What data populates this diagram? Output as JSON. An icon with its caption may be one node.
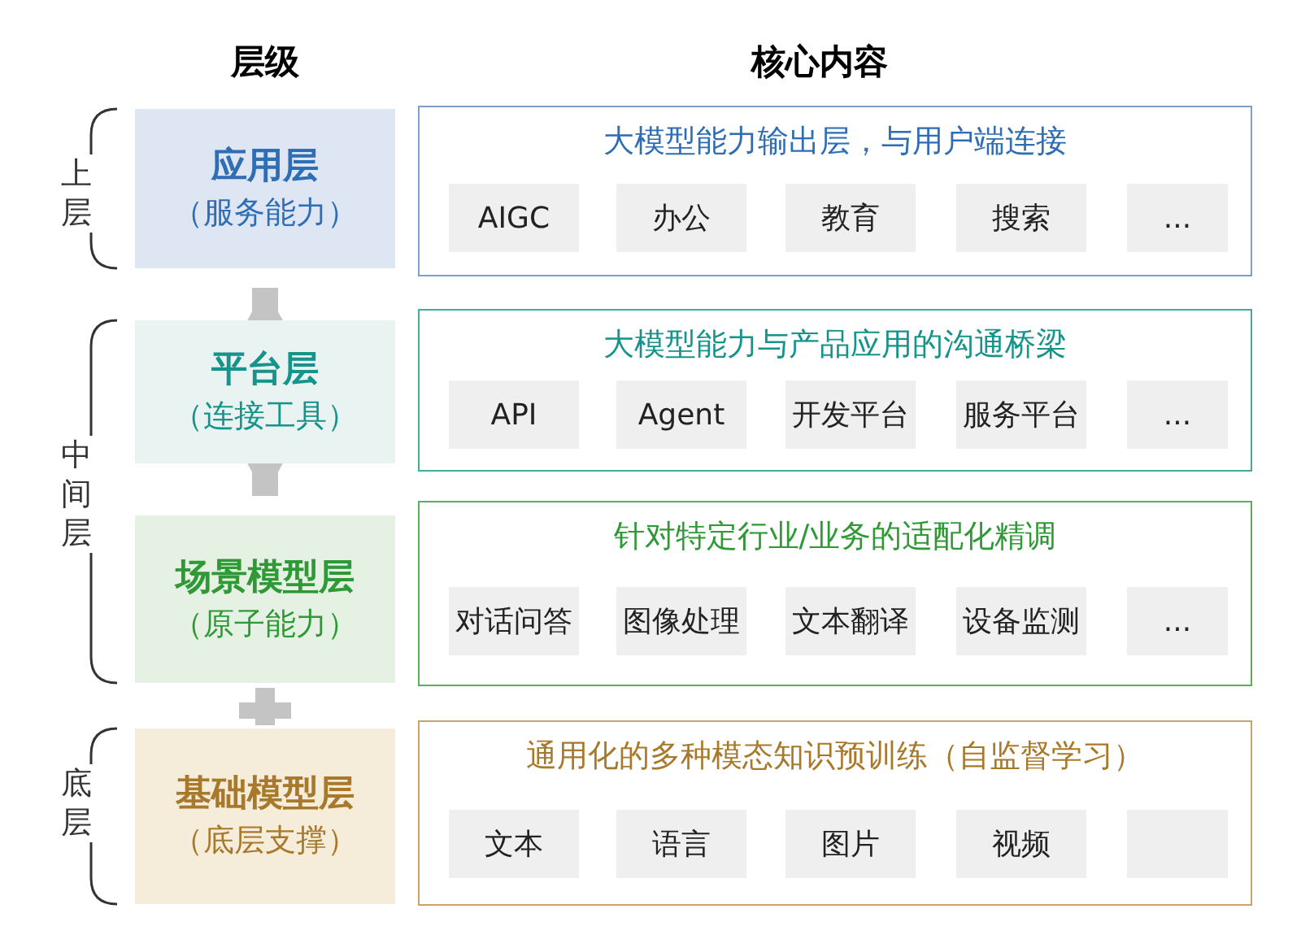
{
  "diagram": {
    "nodes": [
      {
        "text": [
          "应用层",
          "（服务能力）"
        ]
      },
      {
        "text": [
          "大模型能力输出层，与用户端连接"
        ]
      },
      {
        "text": [
          "AIGC"
        ],
        "in": 1
      },
      {
        "text": [
          "办公"
        ],
        "in": 1
      },
      {
        "text": [
          "教育"
        ],
        "in": 1
      },
      {
        "text": [
          "搜索"
        ],
        "in": 1
      },
      {
        "text": [
          "..."
        ],
        "in": 1
      },
      {
        "text": [
          "平台层",
          "（连接工具）"
        ]
      },
      {
        "text": [
          "大模型能力与产品应用的沟通桥梁"
        ]
      },
      {
        "text": [
          "API"
        ],
        "in": 8
      },
      {
        "text": [
          "Agent"
        ],
        "in": 8
      },
      {
        "text": [
          "开发平台"
        ],
        "in": 8
      },
      {
        "text": [
          "服务平台"
        ],
        "in": 8
      },
      {
        "text": [
          "..."
        ],
        "in": 8
      },
      {
        "text": [
          "场景模型层",
          "（原子能力）"
        ]
      },
      {
        "text": [
          "针对特定行业/业务的适配化精调"
        ]
      },
      {
        "text": [
          "对话问答"
        ],
        "in": 15
      },
      {
        "text": [
          "图像处理"
        ],
        "in": 15
      },
      {
        "text": [
          "文本翻译"
        ],
        "in": 15
      },
      {
        "text": [
          "设备监测"
        ],
        "in": 15
      },
      {
        "text": [
          "..."
        ],
        "in": 15
      },
      {
        "text": [
          "基础模型层",
          "（底层支撑）"
        ]
      },
      {
        "text": [
          "通用化的多种模态知识预训练（自监督学习）"
        ]
      },
      {
        "text": [
          "文本"
        ],
        "in": 22
      },
      {
        "text": [
          "语言"
        ],
        "in": 22
      },
      {
        "text": [
          "图片"
        ],
        "in": 22
      },
      {
        "text": [
          "视频"
        ],
        "in": 22
      },
      {
        "text": [],
        "shape": "box",
        "in": 22
      }
    ],
    "edges": [
      {
        "from": 7,
        "to": 0,
        "arrow": "to"
      },
      {
        "from": 7,
        "to": 14,
        "arrow": "to"
      }
    ],
    "labels": [
      "层级",
      "核心内容",
      "上层",
      "中间层",
      "底层"
    ]
  }
}
